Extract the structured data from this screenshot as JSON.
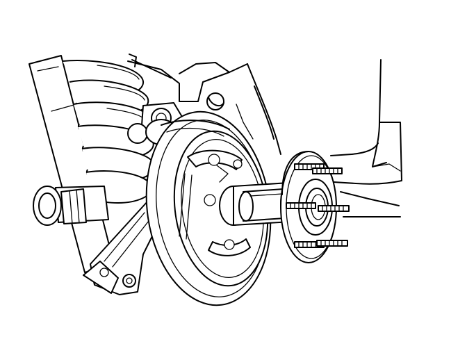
{
  "figure": {
    "subject": "rear-hub-and-bearing-removal",
    "background": "#ffffff",
    "line_color": "#000000"
  },
  "components": [
    {
      "name": "coil-spring"
    },
    {
      "name": "shock-absorber"
    },
    {
      "name": "trailing-arm"
    },
    {
      "name": "brake-drum-backing-plate"
    },
    {
      "name": "parking-brake-shoes"
    },
    {
      "name": "axle-spindle"
    },
    {
      "name": "hub-and-bearing-assembly"
    },
    {
      "name": "wheel-studs",
      "count": 4
    },
    {
      "name": "knuckle-bolt"
    },
    {
      "name": "vehicle-body-panel"
    }
  ]
}
